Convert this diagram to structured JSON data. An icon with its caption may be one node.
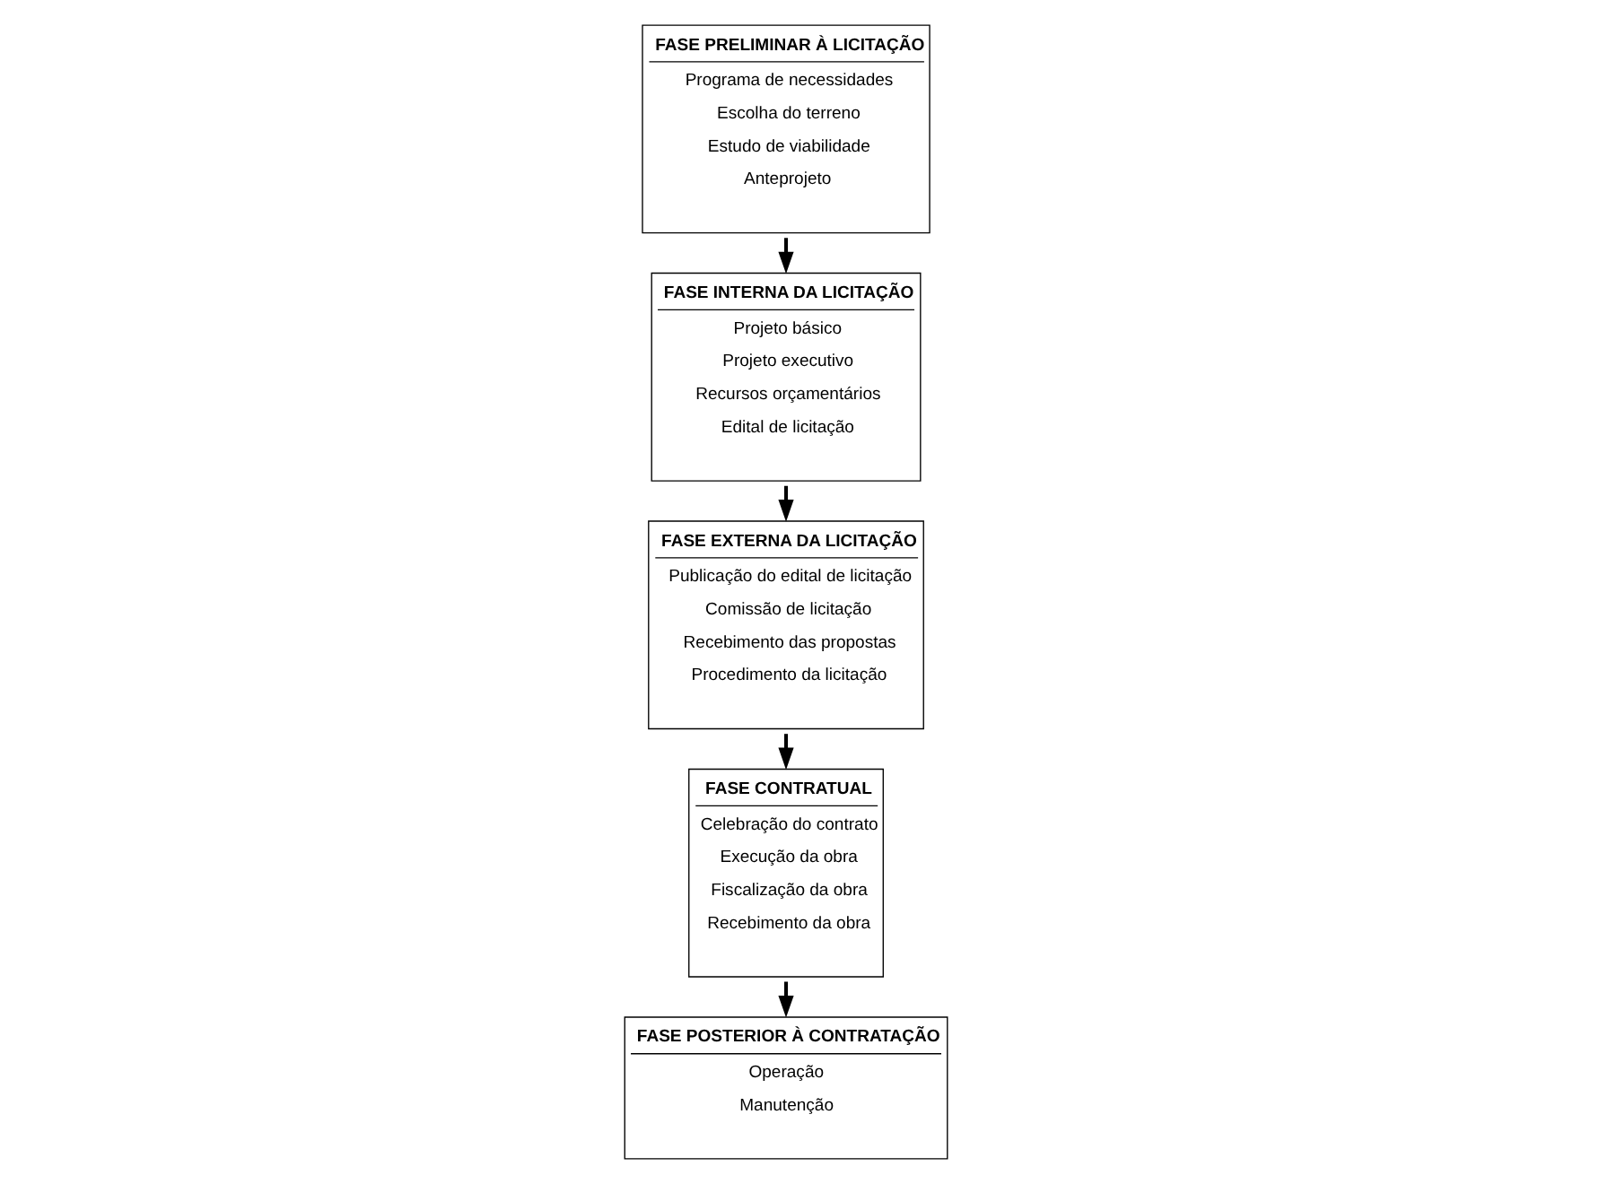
{
  "diagram": {
    "nodes": [
      {
        "text": [
          "FASE PRELIMINAR À LICITAÇÃO",
          "Programa de necessidades",
          "Escolha do terreno",
          "Estudo de viabilidade",
          "Anteprojeto"
        ]
      },
      {
        "text": [
          "FASE INTERNA DA LICITAÇÃO",
          "Projeto básico",
          "Projeto executivo",
          "Recursos orçamentários",
          "Edital de licitação"
        ]
      },
      {
        "text": [
          "FASE EXTERNA DA LICITAÇÃO",
          "Publicação do edital de licitação",
          "Comissão de licitação",
          "Recebimento das propostas",
          "Procedimento da licitação"
        ]
      },
      {
        "text": [
          "FASE CONTRATUAL",
          "Celebração do contrato",
          "Execução da obra",
          "Fiscalização da obra",
          "Recebimento da obra"
        ]
      },
      {
        "text": [
          "FASE POSTERIOR À CONTRATAÇÃO",
          "Operação",
          "Manutenção"
        ]
      }
    ],
    "edges": [
      {
        "from": 0,
        "to": 1,
        "arrow": "to"
      },
      {
        "from": 1,
        "to": 2,
        "arrow": "to"
      },
      {
        "from": 2,
        "to": 3,
        "arrow": "to"
      },
      {
        "from": 3,
        "to": 4,
        "arrow": "to"
      }
    ]
  }
}
